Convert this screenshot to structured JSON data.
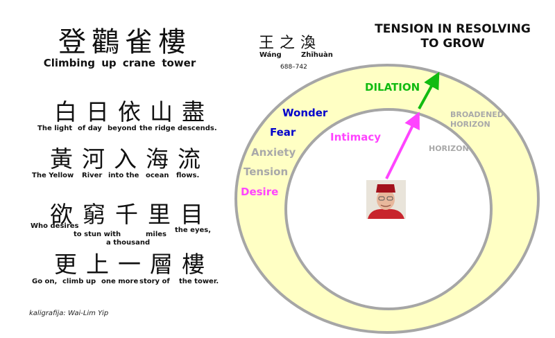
{
  "poem": {
    "title_cjk": "登鸛雀樓",
    "title_en": "Climbing up crane tower",
    "lines": [
      {
        "cjk": "白日依山盡",
        "glosses": [
          "The light",
          "of day",
          "beyond",
          "the ridge",
          "descends."
        ]
      },
      {
        "cjk": "黃河入海流",
        "glosses": [
          "The Yellow",
          "River",
          "into the",
          "ocean",
          "flows."
        ]
      },
      {
        "cjk": "欲窮千里目",
        "glosses": [
          "Who desires",
          "to stun with",
          "a thousand",
          "miles",
          "the eyes,"
        ]
      },
      {
        "cjk": "更上一層樓",
        "glosses": [
          "Go on,",
          "climb up",
          "one more",
          "story of",
          "the tower."
        ]
      }
    ],
    "calligraphy_credit": "kaligrafija: Wai-Lim Yip"
  },
  "author": {
    "cjk": "王之渙",
    "pinyin_first": "Wáng",
    "pinyin_last": "Zhīhuàn",
    "dates": "688–742"
  },
  "diagram": {
    "title_line1": "TENSION IN RESOLVING",
    "title_line2": "TO GROW",
    "outer_labels": [
      {
        "text": "Wonder",
        "color": "#0000cc"
      },
      {
        "text": "Fear",
        "color": "#0000cc"
      },
      {
        "text": "Anxiety",
        "color": "#a9a9a9"
      },
      {
        "text": "Tension",
        "color": "#a9a9a9"
      },
      {
        "text": "Desire",
        "color": "#ff44ff"
      }
    ],
    "intimacy_label": "Intimacy",
    "dilation_label": "DILATION",
    "horizon_label": "HORIZON",
    "broadened_line1": "BROADENED",
    "broadened_line2": "HORIZON",
    "colors": {
      "ring_fill": "#ffffc4",
      "ring_stroke": "#a6a6a6",
      "magenta": "#ff44ff",
      "green": "#11bb11",
      "blue": "#0000cc",
      "grey": "#a9a9a9"
    }
  }
}
